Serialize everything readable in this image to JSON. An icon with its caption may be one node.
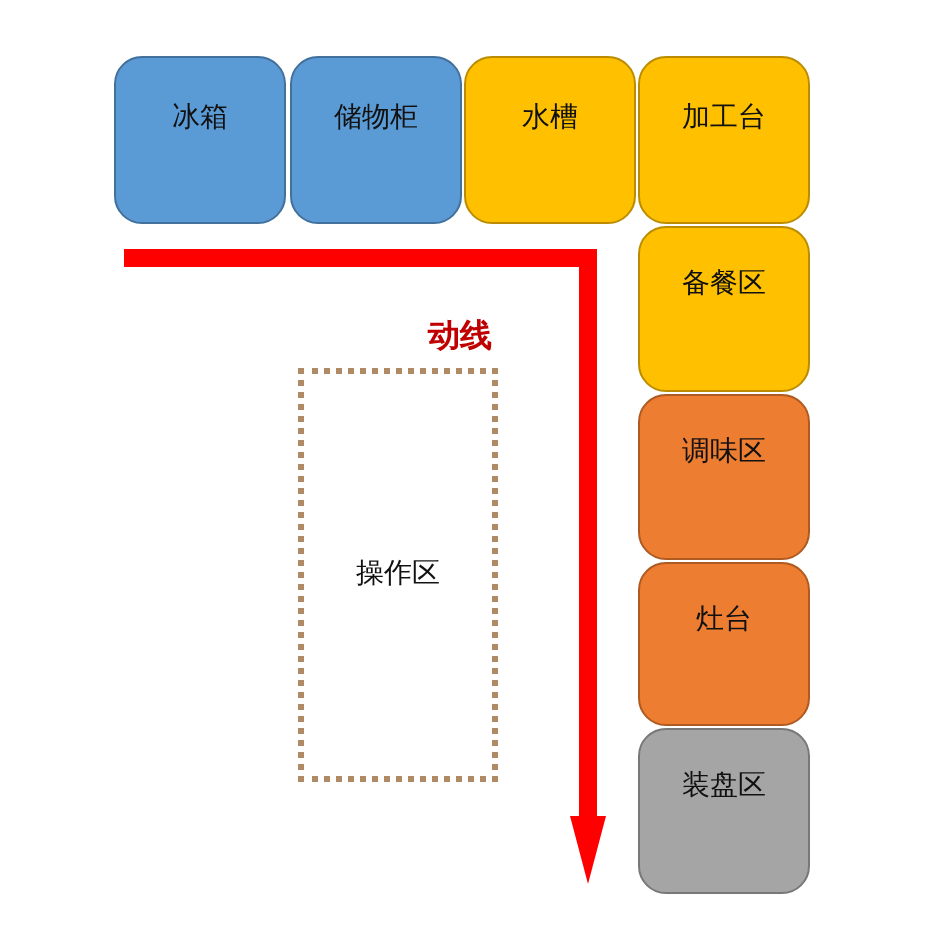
{
  "diagram": {
    "nodes": [
      {
        "text": [
          "冰箱"
        ]
      },
      {
        "text": [
          "储物柜"
        ]
      },
      {
        "text": [
          "水槽"
        ]
      },
      {
        "text": [
          "加工台"
        ]
      },
      {
        "text": [
          "备餐区"
        ]
      },
      {
        "text": [
          "调味区"
        ]
      },
      {
        "text": [
          "灶台"
        ]
      },
      {
        "text": [
          "装盘区"
        ]
      },
      {
        "text": [
          "操作区"
        ]
      }
    ],
    "labels": [
      "动线"
    ]
  }
}
